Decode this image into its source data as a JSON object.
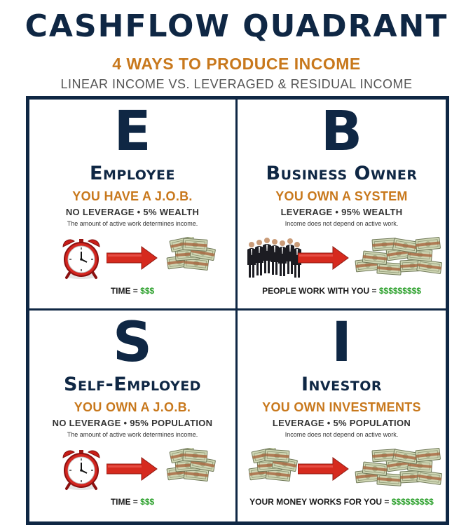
{
  "header": {
    "title": "CASHFLOW QUADRANT",
    "subtitle": "4 WAYS TO PRODUCE INCOME",
    "tagline": "LINEAR INCOME VS. LEVERAGED & RESIDUAL INCOME"
  },
  "colors": {
    "navy": "#0f2744",
    "gold": "#c8781c",
    "money_green": "#2ea12e",
    "arrow_red": "#d62a1e"
  },
  "quadrants": {
    "e": {
      "letter": "E",
      "role": "Employee",
      "own": "YOU HAVE A J.O.B.",
      "leverage": "NO LEVERAGE • 5% WEALTH",
      "note": "The amount of active work determines income.",
      "equation_label": "TIME = ",
      "equation_money": "$$$",
      "left_icon": "alarm-clock-icon",
      "right_icon": "money-stack-icon"
    },
    "b": {
      "letter": "B",
      "role": "Business Owner",
      "own": "YOU OWN A SYSTEM",
      "leverage": "LEVERAGE • 95% WEALTH",
      "note": "Income does not depend on active work.",
      "equation_label": "PEOPLE WORK WITH YOU = ",
      "equation_money": "$$$$$$$$$",
      "left_icon": "business-team-icon",
      "right_icon": "money-stack-icon"
    },
    "s": {
      "letter": "S",
      "role": "Self-Employed",
      "own": "YOU OWN A J.O.B.",
      "leverage": "NO LEVERAGE • 95% POPULATION",
      "note": "The amount of active work determines income.",
      "equation_label": "TIME = ",
      "equation_money": "$$$",
      "left_icon": "alarm-clock-icon",
      "right_icon": "money-stack-icon"
    },
    "i": {
      "letter": "I",
      "role": "Investor",
      "own": "YOU OWN INVESTMENTS",
      "leverage": "LEVERAGE • 5% POPULATION",
      "note": "Income does not depend on active work.",
      "equation_label": "YOUR MONEY WORKS FOR YOU = ",
      "equation_money": "$$$$$$$$$",
      "left_icon": "money-stack-icon",
      "right_icon": "money-stack-icon"
    }
  }
}
